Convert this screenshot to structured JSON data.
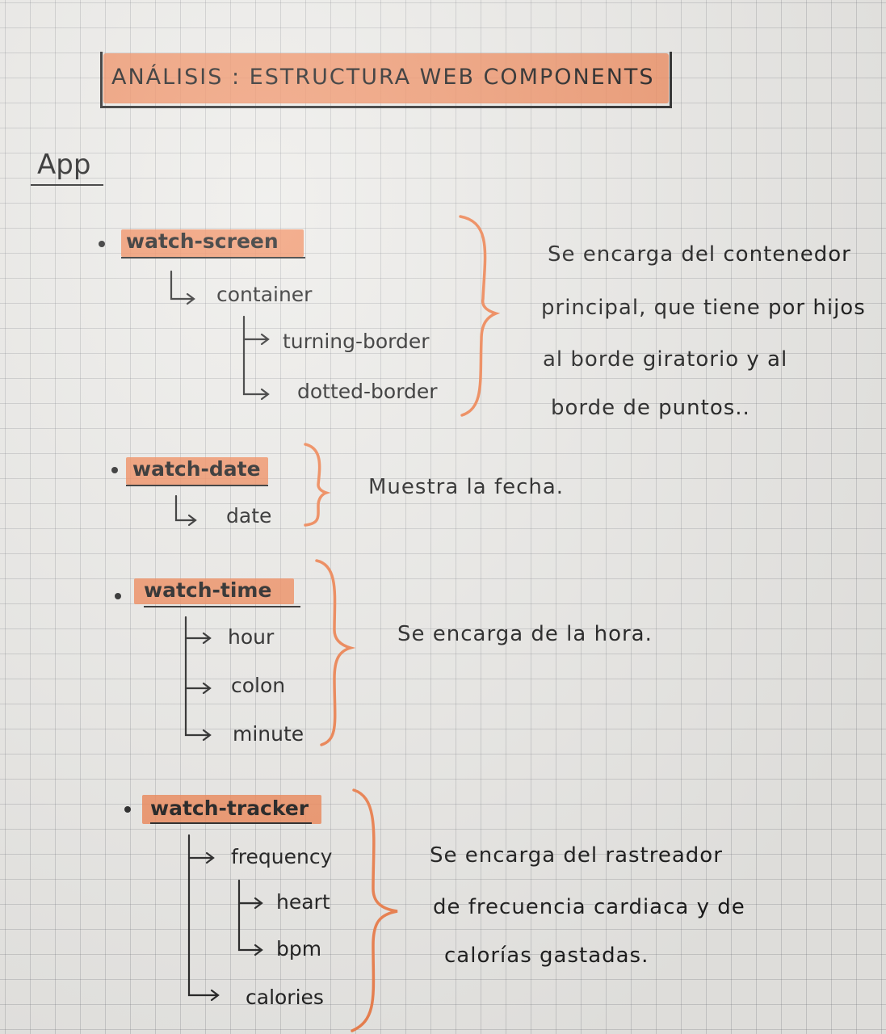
{
  "title": "ANÁLISIS : ESTRUCTURA WEB COMPONENTS",
  "app": "App",
  "colors": {
    "highlight": "#f08250",
    "ink": "#1a1a1a",
    "brace": "#f0804c"
  },
  "components": [
    {
      "name": "watch-screen",
      "children": [
        "container",
        "turning-border",
        "dotted-border"
      ],
      "description": [
        "Se encarga del contenedor",
        "principal, que tiene por hijos",
        "al borde giratorio y al",
        "borde de puntos.."
      ]
    },
    {
      "name": "watch-date",
      "children": [
        "date"
      ],
      "description": [
        "Muestra la fecha."
      ]
    },
    {
      "name": "watch-time",
      "children": [
        "hour",
        "colon",
        "minute"
      ],
      "description": [
        "Se encarga de la hora."
      ]
    },
    {
      "name": "watch-tracker",
      "children": [
        "frequency",
        "heart",
        "bpm",
        "calories"
      ],
      "description": [
        "Se encarga del rastreador",
        "de frecuencia cardiaca y de",
        "calorías gastadas."
      ]
    }
  ]
}
